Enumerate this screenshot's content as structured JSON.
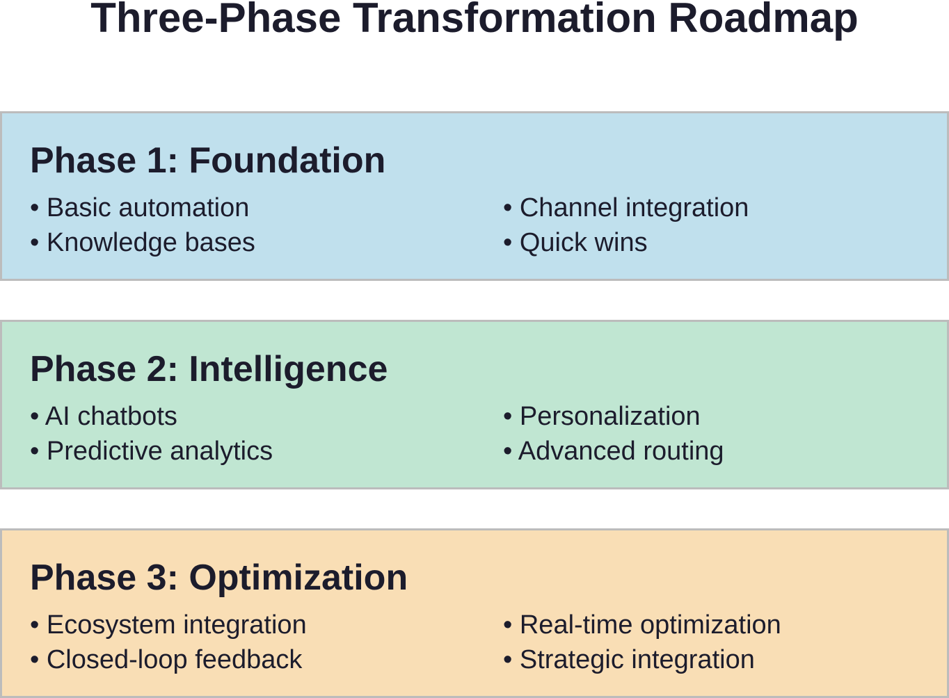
{
  "title": "Three-Phase Transformation Roadmap",
  "colors": {
    "phase1_bg": "#c0e0ed",
    "phase2_bg": "#c0e6d2",
    "phase3_bg": "#f9deb5",
    "border": "#bcbcbc",
    "text": "#1c1c2c"
  },
  "phases": [
    {
      "title": "Phase 1: Foundation",
      "items": [
        "• Basic automation",
        "• Knowledge bases",
        "• Channel integration",
        "• Quick wins"
      ]
    },
    {
      "title": "Phase 2: Intelligence",
      "items": [
        "• AI chatbots",
        "• Predictive analytics",
        "• Personalization",
        "• Advanced routing"
      ]
    },
    {
      "title": "Phase 3: Optimization",
      "items": [
        "• Ecosystem integration",
        "• Closed-loop feedback",
        "• Real-time optimization",
        "• Strategic integration"
      ]
    }
  ]
}
